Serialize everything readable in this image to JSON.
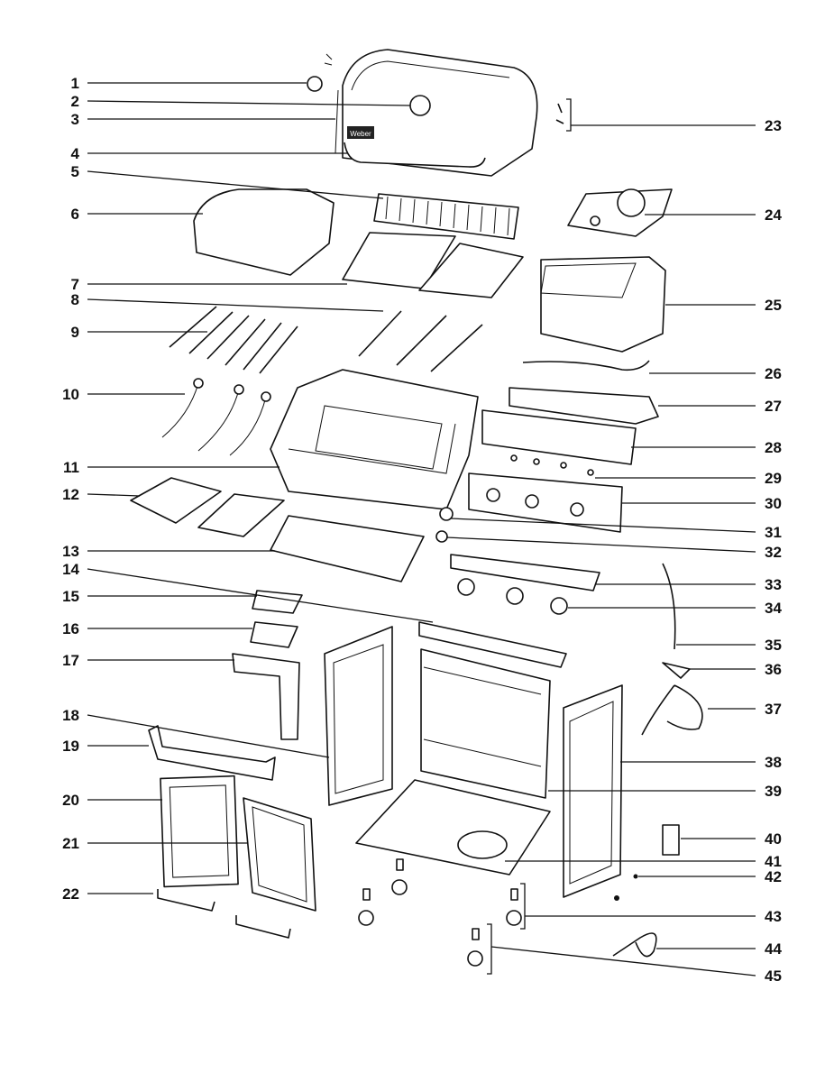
{
  "callouts": {
    "c1": "1",
    "c2": "2",
    "c3": "3",
    "c4": "4",
    "c5": "5",
    "c6": "6",
    "c7": "7",
    "c8": "8",
    "c9": "9",
    "c10": "10",
    "c11": "11",
    "c12": "12",
    "c13": "13",
    "c14": "14",
    "c15": "15",
    "c16": "16",
    "c17": "17",
    "c18": "18",
    "c19": "19",
    "c20": "20",
    "c21": "21",
    "c22": "22",
    "c23": "23",
    "c24": "24",
    "c25": "25",
    "c26": "26",
    "c27": "27",
    "c28": "28",
    "c29": "29",
    "c30": "30",
    "c31": "31",
    "c32": "32",
    "c33": "33",
    "c34": "34",
    "c35": "35",
    "c36": "36",
    "c37": "37",
    "c38": "38",
    "c39": "39",
    "c40": "40",
    "c41": "41",
    "c42": "42",
    "c43": "43",
    "c44": "44",
    "c45": "45"
  },
  "lid_badge": "Weber"
}
